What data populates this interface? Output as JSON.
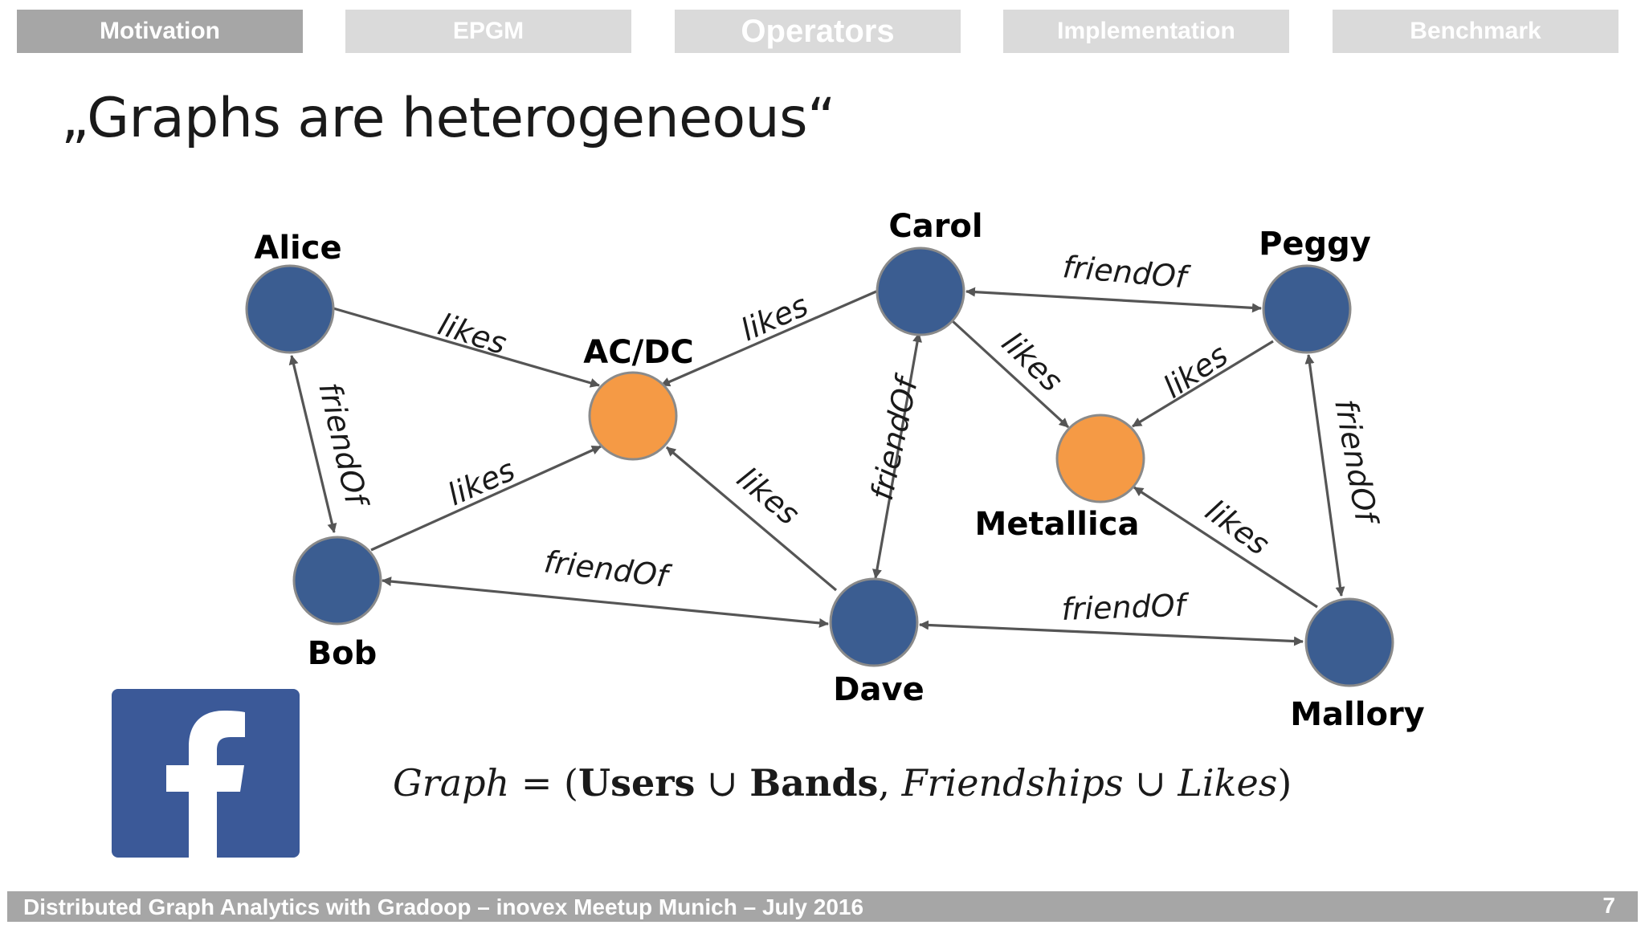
{
  "nav": {
    "tabs": [
      {
        "label": "Motivation",
        "active": true
      },
      {
        "label": "EPGM",
        "active": false
      },
      {
        "label": "Operators",
        "active": false
      },
      {
        "label": "Implementation",
        "active": false
      },
      {
        "label": "Benchmark",
        "active": false
      }
    ]
  },
  "slide": {
    "title": "„Graphs are heterogeneous“"
  },
  "graph": {
    "nodes": {
      "alice": {
        "label": "Alice",
        "kind": "user"
      },
      "bob": {
        "label": "Bob",
        "kind": "user"
      },
      "carol": {
        "label": "Carol",
        "kind": "user"
      },
      "dave": {
        "label": "Dave",
        "kind": "user"
      },
      "peggy": {
        "label": "Peggy",
        "kind": "user"
      },
      "mallory": {
        "label": "Mallory",
        "kind": "user"
      },
      "acdc": {
        "label": "AC/DC",
        "kind": "band"
      },
      "metallica": {
        "label": "Metallica",
        "kind": "band"
      }
    },
    "edges": [
      {
        "from": "alice",
        "to": "acdc",
        "label": "likes",
        "directed": true
      },
      {
        "from": "carol",
        "to": "acdc",
        "label": "likes",
        "directed": true
      },
      {
        "from": "bob",
        "to": "acdc",
        "label": "likes",
        "directed": true
      },
      {
        "from": "dave",
        "to": "acdc",
        "label": "likes",
        "directed": true
      },
      {
        "from": "carol",
        "to": "metallica",
        "label": "likes",
        "directed": true
      },
      {
        "from": "peggy",
        "to": "metallica",
        "label": "likes",
        "directed": true
      },
      {
        "from": "mallory",
        "to": "metallica",
        "label": "likes",
        "directed": true
      },
      {
        "from": "alice",
        "to": "bob",
        "label": "friendOf",
        "directed": false
      },
      {
        "from": "bob",
        "to": "dave",
        "label": "friendOf",
        "directed": false
      },
      {
        "from": "carol",
        "to": "dave",
        "label": "friendOf",
        "directed": false
      },
      {
        "from": "carol",
        "to": "peggy",
        "label": "friendOf",
        "directed": false
      },
      {
        "from": "dave",
        "to": "mallory",
        "label": "friendOf",
        "directed": false
      },
      {
        "from": "peggy",
        "to": "mallory",
        "label": "friendOf",
        "directed": false
      }
    ],
    "colors": {
      "user_node": "#3b5d91",
      "band_node": "#f59a45",
      "edge": "#555555"
    }
  },
  "logo": {
    "icon": "facebook-icon",
    "glyph": "f",
    "color": "#3b5998"
  },
  "formula": {
    "lhs": "Graph",
    "equals": " = (",
    "users": "Users",
    "union1": " ∪ ",
    "bands": "Bands",
    "comma": ", ",
    "friendships": "Friendships",
    "union2": " ∪ ",
    "likes": "Likes",
    "close": ")"
  },
  "footer": {
    "text": "Distributed Graph Analytics with Gradoop – inovex Meetup Munich – July 2016",
    "page_number": "7"
  }
}
